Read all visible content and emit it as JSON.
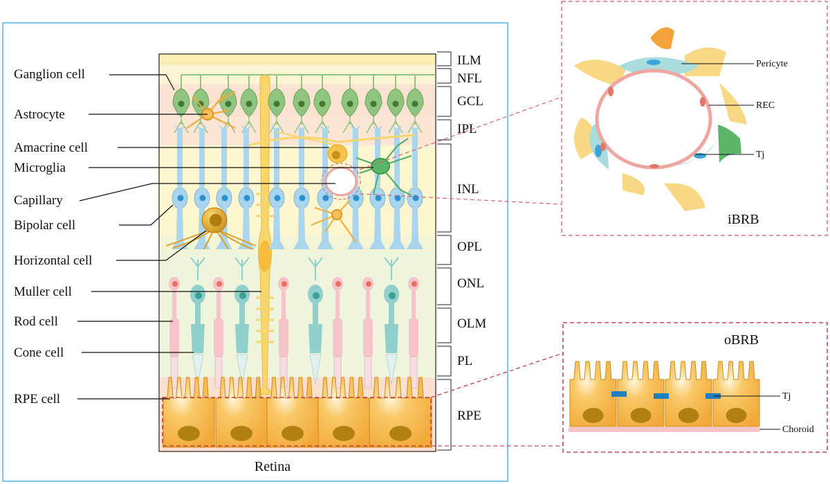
{
  "cell_labels": [
    "Ganglion cell",
    "Astrocyte",
    "Amacrine cell",
    "Microglia",
    "Capillary",
    "Bipolar cell",
    "Horizontal cell",
    "Muller cell",
    "Rod cell",
    "Cone cell",
    "RPE cell"
  ],
  "layer_labels": [
    "ILM",
    "NFL",
    "GCL",
    "IPL",
    "INL",
    "OPL",
    "ONL",
    "OLM",
    "PL",
    "RPE"
  ],
  "retina_caption": "Retina",
  "ibrb": {
    "title": "iBRB",
    "labels": [
      "Pericyte",
      "REC",
      "Tj"
    ]
  },
  "obrb": {
    "title": "oBRB",
    "labels": [
      "Tj",
      "Choroid"
    ]
  },
  "colors": {
    "panel_border": "#7ac8ec",
    "inset_border": "#d9546f",
    "ganglion": "#8fc57e",
    "bipolar": "#a9d5ef",
    "muller": "#f8d66e",
    "rod": "#f6c3cb",
    "cone": "#8fd0cc",
    "rpe": "#f7b84a",
    "microglia": "#5cb66a",
    "astrocyte": "#f0ac3a",
    "rec": "#f0a6a0",
    "pericyte": "#a9dcdc"
  }
}
